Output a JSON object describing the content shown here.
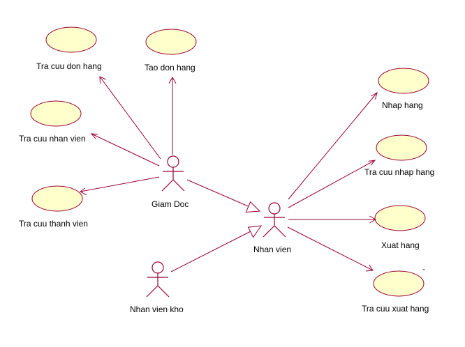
{
  "colors": {
    "usecase_fill": "#ffffcc",
    "stroke": "#990033",
    "text": "#000000"
  },
  "actors": {
    "giam_doc": "Giam Doc",
    "nhan_vien": "Nhan vien",
    "nhan_vien_kho": "Nhan vien kho"
  },
  "use_cases": {
    "tra_cuu_don_hang": "Tra cuu don hang",
    "tao_don_hang": "Tao don hang",
    "tra_cuu_nhan_vien": "Tra cuu nhan vien",
    "tra_cuu_thanh_vien": "Tra cuu thanh vien",
    "nhap_hang": "Nhap hang",
    "tra_cuu_nhap_hang": "Tra cuu nhap hang",
    "xuat_hang": "Xuat hang",
    "tra_cuu_xuat_hang": "Tra cuu xuat hang"
  },
  "stray_mark": "-"
}
